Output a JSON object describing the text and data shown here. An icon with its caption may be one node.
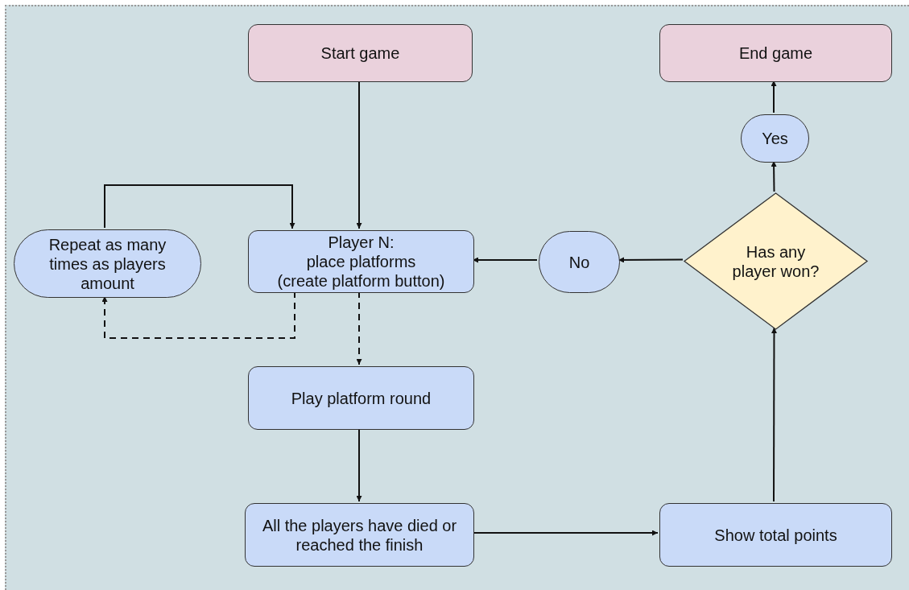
{
  "diagram": {
    "nodes": [
      {
        "text": [
          "Start game"
        ]
      },
      {
        "text": [
          "End game"
        ]
      },
      {
        "text": [
          "Yes"
        ]
      },
      {
        "text": [
          "Has any player won?"
        ]
      },
      {
        "text": [
          "No"
        ]
      },
      {
        "text": [
          "Repeat as many times as players amount"
        ]
      },
      {
        "text": [
          "Player N:",
          "place platforms",
          "(create platform button)"
        ]
      },
      {
        "text": [
          "Play platform round"
        ]
      },
      {
        "text": [
          "All the players have died or reached the finish"
        ]
      },
      {
        "text": [
          "Show total points"
        ]
      }
    ],
    "edges": [
      {
        "from": 0,
        "to": 6,
        "arrow": "to"
      },
      {
        "from": 5,
        "to": 6,
        "arrow": "to"
      },
      {
        "from": 6,
        "to": 5,
        "arrow": "to",
        "style": "dashed"
      },
      {
        "from": 6,
        "to": 7,
        "arrow": "to",
        "style": "dashed"
      },
      {
        "from": 7,
        "to": 8,
        "arrow": "to"
      },
      {
        "from": 8,
        "to": 9,
        "arrow": "to"
      },
      {
        "from": 9,
        "to": 3,
        "arrow": "to"
      },
      {
        "from": 3,
        "to": 4,
        "arrow": "to"
      },
      {
        "from": 4,
        "to": 6,
        "arrow": "to"
      },
      {
        "from": 3,
        "to": 2,
        "arrow": "to"
      },
      {
        "from": 2,
        "to": 1,
        "arrow": "to"
      }
    ]
  }
}
